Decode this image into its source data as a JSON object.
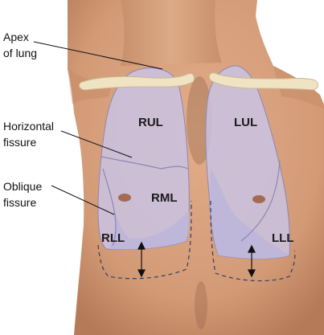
{
  "labels": {
    "apex": [
      "Apex",
      "of lung"
    ],
    "horizontal": [
      "Horizontal",
      "fissure"
    ],
    "oblique": [
      "Oblique",
      "fissure"
    ]
  },
  "lobes": {
    "rul": "RUL",
    "rml": "RML",
    "rll": "RLL",
    "lul": "LUL",
    "lll": "LLL"
  },
  "colors": {
    "background": "#ffffff",
    "skin": "#d9a07c",
    "skin_shadow": "#b97e5c",
    "lung_fill": "#c9c3e3",
    "lung_stroke": "#8e86b4",
    "clavicle": "#efe3c4",
    "text": "#111111"
  }
}
